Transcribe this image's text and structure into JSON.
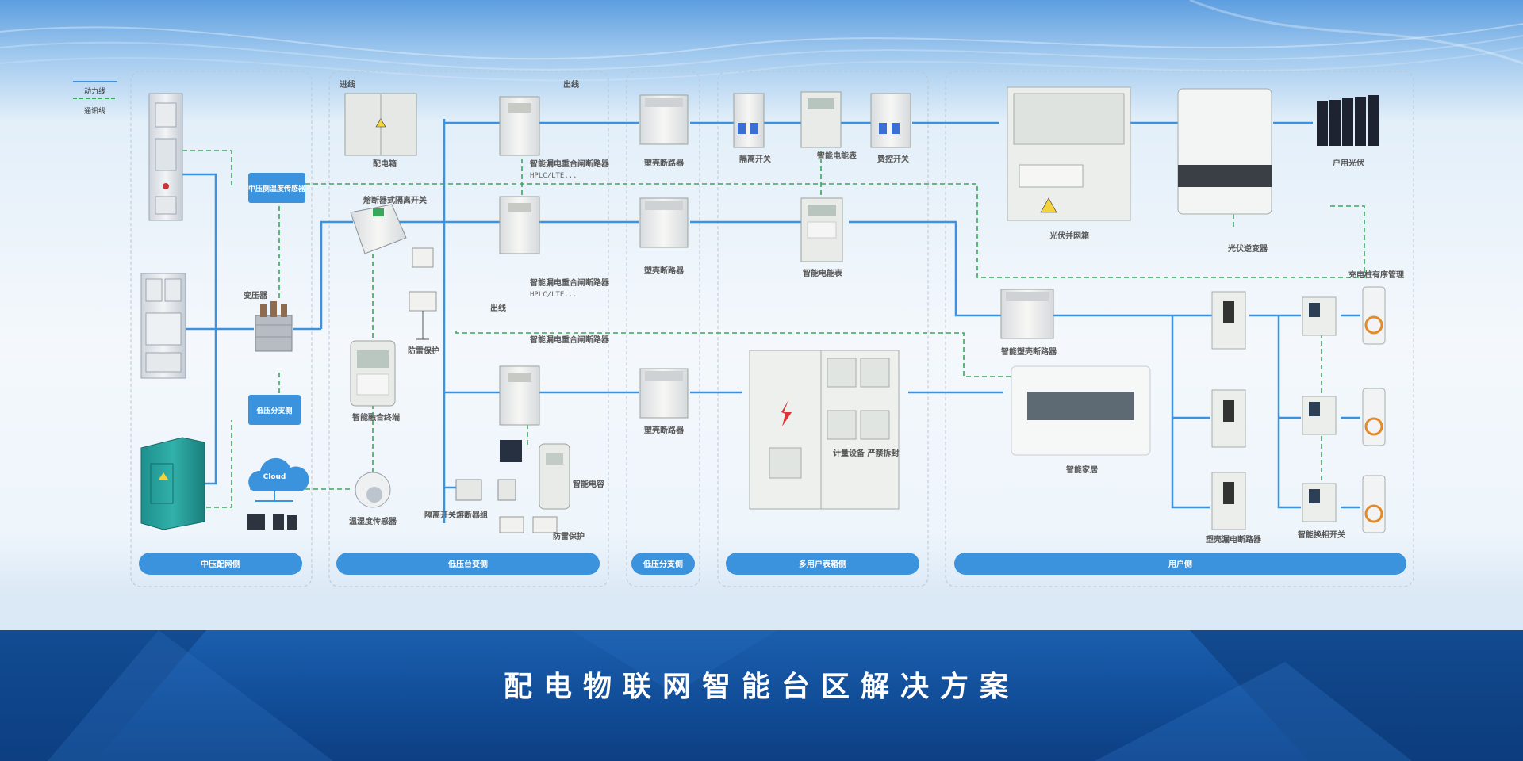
{
  "banner": {
    "title": "配电物联网智能台区解决方案"
  },
  "legend": {
    "power_line": "动力线",
    "comm_line": "通讯线"
  },
  "colors": {
    "power_line": "#3d92df",
    "comm_line": "#3aa85a",
    "pill": "#3b93dd",
    "banner": "#134f9a"
  },
  "sections": [
    {
      "label": "中压配网侧"
    },
    {
      "label": "低压台变侧"
    },
    {
      "label": "低压分支侧"
    },
    {
      "label": "多用户表箱侧"
    },
    {
      "label": "用户侧"
    }
  ],
  "side_boxes": {
    "mv_temp_sensor": "中压侧温度传感器",
    "lv_branch": "低压分支侧"
  },
  "cloud": {
    "label": "Cloud"
  },
  "labels": {
    "inlet_line": "进线",
    "outlet_top": "出线",
    "outlet_mid": "出线",
    "transformer": "变压器",
    "distribution_box": "配电箱",
    "fuse_isolator": "熔断器式隔离开关",
    "surge_protect_1": "防雷保护",
    "fusion_terminal": "智能融合终端",
    "temp_humidity_sensor": "温湿度传感器",
    "smart_rcd_1": "智能漏电重合闸断路器",
    "smart_rcd_1_sub": "HPLC/LTE...",
    "smart_rcd_2": "智能漏电重合闸断路器",
    "smart_rcd_2_sub": "HPLC/LTE...",
    "smart_rcd_3": "智能漏电重合闸断路器",
    "isolator_fuse_group": "隔离开关熔断器组",
    "smart_capacitor": "智能电容",
    "surge_protect_2": "防雷保护",
    "mccb_1": "塑壳断路器",
    "mccb_2": "塑壳断路器",
    "mccb_3": "塑壳断路器",
    "isolation_switch": "隔离开关",
    "smart_meter_top": "智能电能表",
    "cost_control_switch": "费控开关",
    "smart_meter_mid": "智能电能表",
    "pv_grid_box": "光伏并网箱",
    "pv_inverter": "光伏逆变器",
    "household_pv": "户用光伏",
    "smart_mccb": "智能塑壳断路器",
    "smart_home": "智能家居",
    "mccb_rcd": "塑壳漏电断路器",
    "ev_charging_mgmt": "充电桩有序管理",
    "smart_phase_switch": "智能换相开关"
  },
  "meter_box": {
    "warning_text": "计量设备 严禁拆封"
  }
}
